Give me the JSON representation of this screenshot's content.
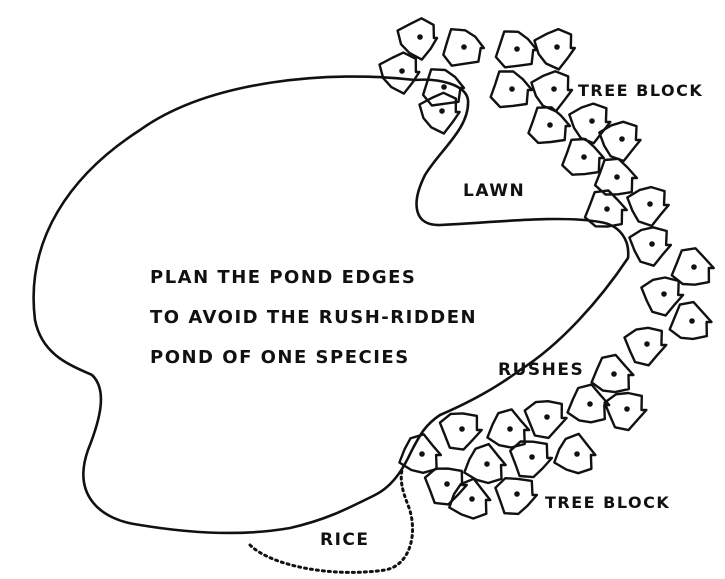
{
  "labels": {
    "tree_block_top": "TREE BLOCK",
    "lawn": "LAWN",
    "note_line_1": "PLAN THE POND EDGES",
    "note_line_2": "TO AVOID THE RUSH-RIDDEN",
    "note_line_3": "POND OF ONE SPECIES",
    "rushes": "RUSHES",
    "tree_block_bottom": "TREE BLOCK",
    "rice": "RICE"
  },
  "colors": {
    "ink": "#111111",
    "paper": "#ffffff"
  }
}
